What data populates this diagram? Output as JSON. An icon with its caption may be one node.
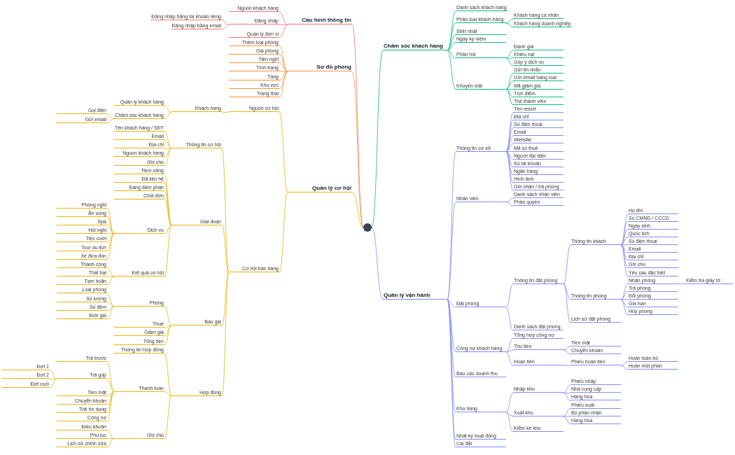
{
  "diagram": {
    "nodes": [
      {
        "text": [],
        "shape": "circle"
      },
      {
        "text": [
          "Cấu hình thông tin"
        ]
      },
      {
        "text": [
          "Nguồn khách hàng"
        ]
      },
      {
        "text": [
          "Đăng nhập"
        ]
      },
      {
        "text": [
          "Đăng nhập bằng tài khoản riêng"
        ]
      },
      {
        "text": [
          "Đăng nhập bằng email"
        ]
      },
      {
        "text": [
          "Quản lý đơn vị"
        ]
      },
      {
        "text": [
          "Sơ đồ phòng"
        ]
      },
      {
        "text": [
          "Thêm loại phòng"
        ]
      },
      {
        "text": [
          "Giá phòng"
        ]
      },
      {
        "text": [
          "Tiện nghi"
        ]
      },
      {
        "text": [
          "Tình trạng"
        ]
      },
      {
        "text": [
          "Tầng"
        ]
      },
      {
        "text": [
          "Khu vực"
        ]
      },
      {
        "text": [
          "Trạng thái"
        ]
      },
      {
        "text": [
          "Quản lý cơ hội"
        ]
      },
      {
        "text": [
          "Nguồn cơ hội"
        ]
      },
      {
        "text": [
          "Khách hàng"
        ]
      },
      {
        "text": [
          "Quản lý khách hàng"
        ]
      },
      {
        "text": [
          "Chăm sóc khách hàng"
        ]
      },
      {
        "text": [
          "Gọi điện"
        ]
      },
      {
        "text": [
          "Gửi email"
        ]
      },
      {
        "text": [
          "Cơ hội bán hàng"
        ]
      },
      {
        "text": [
          "Thông tin cơ hội"
        ]
      },
      {
        "text": [
          "Tên khách hàng / SĐT"
        ]
      },
      {
        "text": [
          "Email"
        ]
      },
      {
        "text": [
          "Địa chỉ"
        ]
      },
      {
        "text": [
          "Nguồn khách hàng"
        ]
      },
      {
        "text": [
          "Ghi chú"
        ]
      },
      {
        "text": [
          "Giai đoạn"
        ]
      },
      {
        "text": [
          "Tiềm năng"
        ]
      },
      {
        "text": [
          "Đã liên hệ"
        ]
      },
      {
        "text": [
          "Đang đàm phán"
        ]
      },
      {
        "text": [
          "Chốt đơn"
        ]
      },
      {
        "text": [
          "Dịch vụ"
        ]
      },
      {
        "text": [
          "Phòng nghỉ"
        ]
      },
      {
        "text": [
          "Ăn uống"
        ]
      },
      {
        "text": [
          "Spa"
        ]
      },
      {
        "text": [
          "Hội nghị"
        ]
      },
      {
        "text": [
          "Tiệc cưới"
        ]
      },
      {
        "text": [
          "Tour du lịch"
        ]
      },
      {
        "text": [
          "Xe đưa đón"
        ]
      },
      {
        "text": [
          "Kết quả cơ hội"
        ]
      },
      {
        "text": [
          "Thành công"
        ]
      },
      {
        "text": [
          "Thất bại"
        ]
      },
      {
        "text": [
          "Tạm hoãn"
        ]
      },
      {
        "text": [
          "Báo giá"
        ]
      },
      {
        "text": [
          "Phòng"
        ]
      },
      {
        "text": [
          "Loại phòng"
        ]
      },
      {
        "text": [
          "Số lượng"
        ]
      },
      {
        "text": [
          "Số đêm"
        ]
      },
      {
        "text": [
          "Đơn giá"
        ]
      },
      {
        "text": [
          "Thuế"
        ]
      },
      {
        "text": [
          "Giảm giá"
        ]
      },
      {
        "text": [
          "Tổng tiền"
        ]
      },
      {
        "text": [
          "Hợp đồng"
        ]
      },
      {
        "text": [
          "Thông tin hợp đồng"
        ]
      },
      {
        "text": [
          "Thanh toán"
        ]
      },
      {
        "text": [
          "Trả trước"
        ]
      },
      {
        "text": [
          "Trả góp"
        ]
      },
      {
        "text": [
          "Đợt 1"
        ]
      },
      {
        "text": [
          "Đợt 2"
        ]
      },
      {
        "text": [
          "Đợt cuối"
        ]
      },
      {
        "text": [
          "Tiền mặt"
        ]
      },
      {
        "text": [
          "Chuyển khoản"
        ]
      },
      {
        "text": [
          "Thẻ tín dụng"
        ]
      },
      {
        "text": [
          "Công nợ"
        ]
      },
      {
        "text": [
          "Ghi chú"
        ]
      },
      {
        "text": [
          "Điều khoản"
        ]
      },
      {
        "text": [
          "Phụ lục"
        ]
      },
      {
        "text": [
          "Lịch sử chỉnh sửa"
        ]
      },
      {
        "text": [
          "Chăm sóc khách hàng"
        ]
      },
      {
        "text": [
          "Danh sách khách hàng"
        ]
      },
      {
        "text": [
          "Phân loại khách hàng"
        ]
      },
      {
        "text": [
          "Khách hàng cá nhân"
        ]
      },
      {
        "text": [
          "Khách hàng doanh nghiệp"
        ]
      },
      {
        "text": [
          "Sinh nhật"
        ]
      },
      {
        "text": [
          "Ngày kỷ niệm"
        ]
      },
      {
        "text": [
          "Phản hồi"
        ]
      },
      {
        "text": [
          "Đánh giá"
        ]
      },
      {
        "text": [
          "Khiếu nại"
        ]
      },
      {
        "text": [
          "Góp ý dịch vụ"
        ]
      },
      {
        "text": [
          "Khuyến mãi"
        ]
      },
      {
        "text": [
          "Gửi tin nhắn"
        ]
      },
      {
        "text": [
          "Gửi email hàng loạt"
        ]
      },
      {
        "text": [
          "Mã giảm giá"
        ]
      },
      {
        "text": [
          "Tích điểm"
        ]
      },
      {
        "text": [
          "Thẻ thành viên"
        ]
      },
      {
        "text": [
          "Quản lý vận hành"
        ]
      },
      {
        "text": [
          "Thông tin cơ sở"
        ]
      },
      {
        "text": [
          "Tên resort"
        ]
      },
      {
        "text": [
          "Địa chỉ"
        ]
      },
      {
        "text": [
          "Số điện thoại"
        ]
      },
      {
        "text": [
          "Email"
        ]
      },
      {
        "text": [
          "Website"
        ]
      },
      {
        "text": [
          "Mã số thuế"
        ]
      },
      {
        "text": [
          "Người đại diện"
        ]
      },
      {
        "text": [
          "Số tài khoản"
        ]
      },
      {
        "text": [
          "Ngân hàng"
        ]
      },
      {
        "text": [
          "Hình ảnh"
        ]
      },
      {
        "text": [
          "Giờ nhận / trả phòng"
        ]
      },
      {
        "text": [
          "Nhân viên"
        ]
      },
      {
        "text": [
          "Danh sách nhân viên"
        ]
      },
      {
        "text": [
          "Phân quyền"
        ]
      },
      {
        "text": [
          "Đặt phòng"
        ]
      },
      {
        "text": [
          "Thông tin đặt phòng"
        ]
      },
      {
        "text": [
          "Thông tin khách"
        ]
      },
      {
        "text": [
          "Họ tên"
        ]
      },
      {
        "text": [
          "Số CMND / CCCD"
        ]
      },
      {
        "text": [
          "Ngày sinh"
        ]
      },
      {
        "text": [
          "Quốc tịch"
        ]
      },
      {
        "text": [
          "Số điện thoại"
        ]
      },
      {
        "text": [
          "Email"
        ]
      },
      {
        "text": [
          "Địa chỉ"
        ]
      },
      {
        "text": [
          "Ghi chú"
        ]
      },
      {
        "text": [
          "Yêu cầu đặc biệt"
        ]
      },
      {
        "text": [
          "Thông tin phòng"
        ]
      },
      {
        "text": [
          "Nhận phòng"
        ]
      },
      {
        "text": [
          "Kiểm tra giấy tờ"
        ]
      },
      {
        "text": [
          "Trả phòng"
        ]
      },
      {
        "text": [
          "Đổi phòng"
        ]
      },
      {
        "text": [
          "Gia hạn"
        ]
      },
      {
        "text": [
          "Hủy phòng"
        ]
      },
      {
        "text": [
          "Lịch sử đặt phòng"
        ]
      },
      {
        "text": [
          "Danh sách đặt phòng"
        ]
      },
      {
        "text": [
          "Công nợ khách hàng"
        ]
      },
      {
        "text": [
          "Tổng hợp công nợ"
        ]
      },
      {
        "text": [
          "Thu tiền"
        ]
      },
      {
        "text": [
          "Tiền mặt"
        ]
      },
      {
        "text": [
          "Chuyển khoản"
        ]
      },
      {
        "text": [
          "Hoàn tiền"
        ]
      },
      {
        "text": [
          "Phiếu hoàn tiền"
        ]
      },
      {
        "text": [
          "Hoàn toàn bộ"
        ]
      },
      {
        "text": [
          "Hoàn một phần"
        ]
      },
      {
        "text": [
          "Báo cáo doanh thu"
        ]
      },
      {
        "text": [
          "Kho hàng"
        ]
      },
      {
        "text": [
          "Nhập kho"
        ]
      },
      {
        "text": [
          "Phiếu nhập"
        ]
      },
      {
        "text": [
          "Nhà cung cấp"
        ]
      },
      {
        "text": [
          "Hàng hóa"
        ]
      },
      {
        "text": [
          "Xuất kho"
        ]
      },
      {
        "text": [
          "Phiếu xuất"
        ]
      },
      {
        "text": [
          "Bộ phận nhận"
        ]
      },
      {
        "text": [
          "Hàng hóa"
        ]
      },
      {
        "text": [
          "Kiểm kê kho"
        ]
      },
      {
        "text": [
          "Nhật ký hoạt động"
        ]
      },
      {
        "text": [
          "Cài đặt"
        ]
      }
    ],
    "edges": [
      {
        "from": 0,
        "to": 1,
        "arrow": "none",
        "color": "#f87171"
      },
      {
        "from": 1,
        "to": 2,
        "arrow": "none",
        "color": "#f87171"
      },
      {
        "from": 1,
        "to": 3,
        "arrow": "none",
        "color": "#f87171"
      },
      {
        "from": 3,
        "to": 4,
        "arrow": "none",
        "color": "#f87171"
      },
      {
        "from": 3,
        "to": 5,
        "arrow": "none",
        "color": "#f87171"
      },
      {
        "from": 1,
        "to": 6,
        "arrow": "none",
        "color": "#f87171"
      },
      {
        "from": 0,
        "to": 7,
        "arrow": "none",
        "color": "#fb923c"
      },
      {
        "from": 7,
        "to": 8,
        "arrow": "none",
        "color": "#fb923c"
      },
      {
        "from": 7,
        "to": 9,
        "arrow": "none",
        "color": "#fb923c"
      },
      {
        "from": 7,
        "to": 10,
        "arrow": "none",
        "color": "#fb923c"
      },
      {
        "from": 7,
        "to": 11,
        "arrow": "none",
        "color": "#fb923c"
      },
      {
        "from": 7,
        "to": 12,
        "arrow": "none",
        "color": "#fb923c"
      },
      {
        "from": 7,
        "to": 13,
        "arrow": "none",
        "color": "#fb923c"
      },
      {
        "from": 7,
        "to": 14,
        "arrow": "none",
        "color": "#fb923c"
      },
      {
        "from": 0,
        "to": 15,
        "arrow": "none",
        "color": "#eab308"
      },
      {
        "from": 15,
        "to": 16,
        "arrow": "none",
        "color": "#eab308"
      },
      {
        "from": 16,
        "to": 17,
        "arrow": "none",
        "color": "#eab308"
      },
      {
        "from": 17,
        "to": 18,
        "arrow": "none",
        "color": "#eab308"
      },
      {
        "from": 17,
        "to": 19,
        "arrow": "none",
        "color": "#eab308"
      },
      {
        "from": 19,
        "to": 20,
        "arrow": "none",
        "color": "#eab308"
      },
      {
        "from": 19,
        "to": 21,
        "arrow": "none",
        "color": "#eab308"
      },
      {
        "from": 15,
        "to": 22,
        "arrow": "none",
        "color": "#eab308"
      },
      {
        "from": 22,
        "to": 23,
        "arrow": "none",
        "color": "#eab308"
      },
      {
        "from": 23,
        "to": 24,
        "arrow": "none",
        "color": "#eab308"
      },
      {
        "from": 23,
        "to": 25,
        "arrow": "none",
        "color": "#eab308"
      },
      {
        "from": 23,
        "to": 26,
        "arrow": "none",
        "color": "#eab308"
      },
      {
        "from": 23,
        "to": 27,
        "arrow": "none",
        "color": "#eab308"
      },
      {
        "from": 23,
        "to": 28,
        "arrow": "none",
        "color": "#eab308"
      },
      {
        "from": 22,
        "to": 29,
        "arrow": "none",
        "color": "#eab308"
      },
      {
        "from": 29,
        "to": 30,
        "arrow": "none",
        "color": "#eab308"
      },
      {
        "from": 29,
        "to": 31,
        "arrow": "none",
        "color": "#eab308"
      },
      {
        "from": 29,
        "to": 32,
        "arrow": "none",
        "color": "#eab308"
      },
      {
        "from": 29,
        "to": 33,
        "arrow": "none",
        "color": "#eab308"
      },
      {
        "from": 29,
        "to": 34,
        "arrow": "none",
        "color": "#eab308"
      },
      {
        "from": 34,
        "to": 35,
        "arrow": "none",
        "color": "#eab308"
      },
      {
        "from": 34,
        "to": 36,
        "arrow": "none",
        "color": "#eab308"
      },
      {
        "from": 34,
        "to": 37,
        "arrow": "none",
        "color": "#eab308"
      },
      {
        "from": 34,
        "to": 38,
        "arrow": "none",
        "color": "#eab308"
      },
      {
        "from": 34,
        "to": 39,
        "arrow": "none",
        "color": "#eab308"
      },
      {
        "from": 34,
        "to": 40,
        "arrow": "none",
        "color": "#eab308"
      },
      {
        "from": 34,
        "to": 41,
        "arrow": "none",
        "color": "#eab308"
      },
      {
        "from": 29,
        "to": 42,
        "arrow": "none",
        "color": "#eab308"
      },
      {
        "from": 42,
        "to": 43,
        "arrow": "none",
        "color": "#eab308"
      },
      {
        "from": 42,
        "to": 44,
        "arrow": "none",
        "color": "#eab308"
      },
      {
        "from": 42,
        "to": 45,
        "arrow": "none",
        "color": "#eab308"
      },
      {
        "from": 22,
        "to": 46,
        "arrow": "none",
        "color": "#eab308"
      },
      {
        "from": 46,
        "to": 47,
        "arrow": "none",
        "color": "#eab308"
      },
      {
        "from": 47,
        "to": 48,
        "arrow": "none",
        "color": "#eab308"
      },
      {
        "from": 47,
        "to": 49,
        "arrow": "none",
        "color": "#eab308"
      },
      {
        "from": 47,
        "to": 50,
        "arrow": "none",
        "color": "#eab308"
      },
      {
        "from": 47,
        "to": 51,
        "arrow": "none",
        "color": "#eab308"
      },
      {
        "from": 46,
        "to": 52,
        "arrow": "none",
        "color": "#eab308"
      },
      {
        "from": 46,
        "to": 53,
        "arrow": "none",
        "color": "#eab308"
      },
      {
        "from": 46,
        "to": 54,
        "arrow": "none",
        "color": "#eab308"
      },
      {
        "from": 22,
        "to": 55,
        "arrow": "none",
        "color": "#eab308"
      },
      {
        "from": 55,
        "to": 56,
        "arrow": "none",
        "color": "#eab308"
      },
      {
        "from": 55,
        "to": 57,
        "arrow": "none",
        "color": "#eab308"
      },
      {
        "from": 57,
        "to": 58,
        "arrow": "none",
        "color": "#eab308"
      },
      {
        "from": 57,
        "to": 59,
        "arrow": "none",
        "color": "#eab308"
      },
      {
        "from": 59,
        "to": 60,
        "arrow": "none",
        "color": "#eab308"
      },
      {
        "from": 59,
        "to": 61,
        "arrow": "none",
        "color": "#eab308"
      },
      {
        "from": 59,
        "to": 62,
        "arrow": "none",
        "color": "#eab308"
      },
      {
        "from": 57,
        "to": 63,
        "arrow": "none",
        "color": "#eab308"
      },
      {
        "from": 57,
        "to": 64,
        "arrow": "none",
        "color": "#eab308"
      },
      {
        "from": 57,
        "to": 65,
        "arrow": "none",
        "color": "#eab308"
      },
      {
        "from": 57,
        "to": 66,
        "arrow": "none",
        "color": "#eab308"
      },
      {
        "from": 55,
        "to": 67,
        "arrow": "none",
        "color": "#eab308"
      },
      {
        "from": 67,
        "to": 68,
        "arrow": "none",
        "color": "#eab308"
      },
      {
        "from": 67,
        "to": 69,
        "arrow": "none",
        "color": "#eab308"
      },
      {
        "from": 67,
        "to": 70,
        "arrow": "none",
        "color": "#eab308"
      },
      {
        "from": 0,
        "to": 71,
        "arrow": "none",
        "color": "#10b981"
      },
      {
        "from": 71,
        "to": 72,
        "arrow": "none",
        "color": "#10b981"
      },
      {
        "from": 71,
        "to": 73,
        "arrow": "none",
        "color": "#10b981"
      },
      {
        "from": 73,
        "to": 74,
        "arrow": "none",
        "color": "#10b981"
      },
      {
        "from": 73,
        "to": 75,
        "arrow": "none",
        "color": "#10b981"
      },
      {
        "from": 71,
        "to": 76,
        "arrow": "none",
        "color": "#10b981"
      },
      {
        "from": 71,
        "to": 77,
        "arrow": "none",
        "color": "#10b981"
      },
      {
        "from": 71,
        "to": 78,
        "arrow": "none",
        "color": "#10b981"
      },
      {
        "from": 78,
        "to": 79,
        "arrow": "none",
        "color": "#10b981"
      },
      {
        "from": 78,
        "to": 80,
        "arrow": "none",
        "color": "#10b981"
      },
      {
        "from": 78,
        "to": 81,
        "arrow": "none",
        "color": "#10b981"
      },
      {
        "from": 71,
        "to": 82,
        "arrow": "none",
        "color": "#10b981"
      },
      {
        "from": 82,
        "to": 83,
        "arrow": "none",
        "color": "#10b981"
      },
      {
        "from": 82,
        "to": 84,
        "arrow": "none",
        "color": "#10b981"
      },
      {
        "from": 82,
        "to": 85,
        "arrow": "none",
        "color": "#10b981"
      },
      {
        "from": 82,
        "to": 86,
        "arrow": "none",
        "color": "#10b981"
      },
      {
        "from": 82,
        "to": 87,
        "arrow": "none",
        "color": "#10b981"
      },
      {
        "from": 0,
        "to": 88,
        "arrow": "none"
      },
      {
        "from": 88,
        "to": 89,
        "arrow": "none"
      },
      {
        "from": 89,
        "to": 90,
        "arrow": "none"
      },
      {
        "from": 89,
        "to": 91,
        "arrow": "none"
      },
      {
        "from": 89,
        "to": 92,
        "arrow": "none"
      },
      {
        "from": 89,
        "to": 93,
        "arrow": "none"
      },
      {
        "from": 89,
        "to": 94,
        "arrow": "none"
      },
      {
        "from": 89,
        "to": 95,
        "arrow": "none"
      },
      {
        "from": 89,
        "to": 96,
        "arrow": "none"
      },
      {
        "from": 89,
        "to": 97,
        "arrow": "none"
      },
      {
        "from": 89,
        "to": 98,
        "arrow": "none"
      },
      {
        "from": 89,
        "to": 99,
        "arrow": "none"
      },
      {
        "from": 89,
        "to": 100,
        "arrow": "none"
      },
      {
        "from": 88,
        "to": 101,
        "arrow": "none"
      },
      {
        "from": 101,
        "to": 102,
        "arrow": "none"
      },
      {
        "from": 101,
        "to": 103,
        "arrow": "none"
      },
      {
        "from": 88,
        "to": 104,
        "arrow": "none"
      },
      {
        "from": 104,
        "to": 105,
        "arrow": "none"
      },
      {
        "from": 105,
        "to": 106,
        "arrow": "none"
      },
      {
        "from": 106,
        "to": 107,
        "arrow": "none"
      },
      {
        "from": 106,
        "to": 108,
        "arrow": "none"
      },
      {
        "from": 106,
        "to": 109,
        "arrow": "none"
      },
      {
        "from": 106,
        "to": 110,
        "arrow": "none"
      },
      {
        "from": 106,
        "to": 111,
        "arrow": "none"
      },
      {
        "from": 106,
        "to": 112,
        "arrow": "none"
      },
      {
        "from": 106,
        "to": 113,
        "arrow": "none"
      },
      {
        "from": 106,
        "to": 114,
        "arrow": "none"
      },
      {
        "from": 106,
        "to": 115,
        "arrow": "none"
      },
      {
        "from": 105,
        "to": 116,
        "arrow": "none"
      },
      {
        "from": 116,
        "to": 117,
        "arrow": "none"
      },
      {
        "from": 117,
        "to": 118,
        "arrow": "none"
      },
      {
        "from": 116,
        "to": 119,
        "arrow": "none"
      },
      {
        "from": 116,
        "to": 120,
        "arrow": "none"
      },
      {
        "from": 116,
        "to": 121,
        "arrow": "none"
      },
      {
        "from": 116,
        "to": 122,
        "arrow": "none"
      },
      {
        "from": 105,
        "to": 123,
        "arrow": "none"
      },
      {
        "from": 104,
        "to": 124,
        "arrow": "none"
      },
      {
        "from": 88,
        "to": 125,
        "arrow": "none"
      },
      {
        "from": 125,
        "to": 126,
        "arrow": "none"
      },
      {
        "from": 125,
        "to": 127,
        "arrow": "none"
      },
      {
        "from": 127,
        "to": 128,
        "arrow": "none"
      },
      {
        "from": 127,
        "to": 129,
        "arrow": "none"
      },
      {
        "from": 125,
        "to": 130,
        "arrow": "none"
      },
      {
        "from": 130,
        "to": 131,
        "arrow": "none"
      },
      {
        "from": 131,
        "to": 132,
        "arrow": "none"
      },
      {
        "from": 131,
        "to": 133,
        "arrow": "none"
      },
      {
        "from": 88,
        "to": 134,
        "arrow": "none"
      },
      {
        "from": 88,
        "to": 135,
        "arrow": "none"
      },
      {
        "from": 135,
        "to": 136,
        "arrow": "none"
      },
      {
        "from": 136,
        "to": 137,
        "arrow": "none"
      },
      {
        "from": 136,
        "to": 138,
        "arrow": "none"
      },
      {
        "from": 136,
        "to": 139,
        "arrow": "none"
      },
      {
        "from": 135,
        "to": 140,
        "arrow": "none"
      },
      {
        "from": 140,
        "to": 141,
        "arrow": "none"
      },
      {
        "from": 140,
        "to": 142,
        "arrow": "none"
      },
      {
        "from": 140,
        "to": 143,
        "arrow": "none"
      },
      {
        "from": 135,
        "to": 144,
        "arrow": "none"
      },
      {
        "from": 88,
        "to": 145,
        "arrow": "none"
      },
      {
        "from": 88,
        "to": 146,
        "arrow": "none"
      }
    ]
  }
}
